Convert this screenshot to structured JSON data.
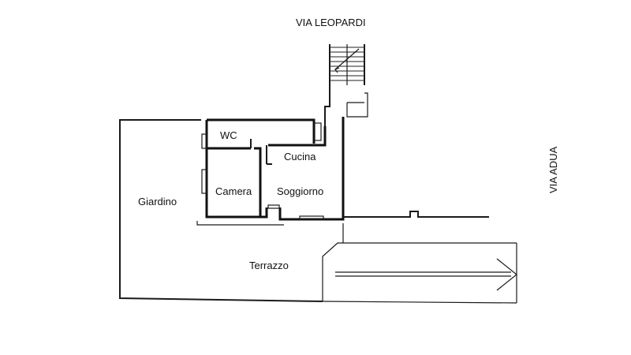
{
  "streets": {
    "north": "VIA LEOPARDI",
    "east": "VIA ADUA"
  },
  "rooms": {
    "wc": "WC",
    "cucina": "Cucina",
    "camera": "Camera",
    "soggiorno": "Soggiorno",
    "giardino": "Giardino",
    "terrazzo": "Terrazzo"
  }
}
